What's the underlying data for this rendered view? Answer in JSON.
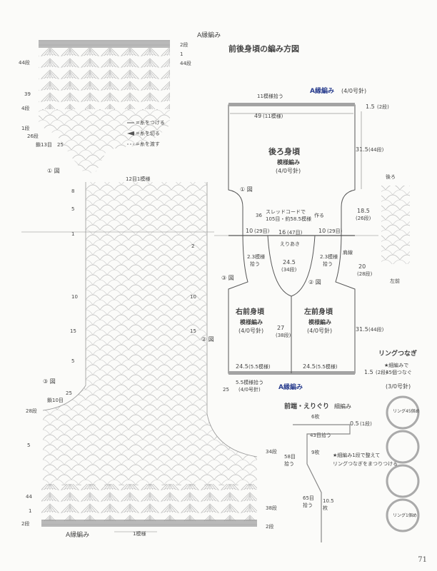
{
  "left_chart": {
    "top_edge": "A縁編み",
    "top_rows": {
      "r2": "2段",
      "r1": "1",
      "r44": "44段"
    },
    "left_rows": {
      "r44": "44段",
      "r39": "39",
      "r4": "4段",
      "r1": "1段",
      "r26": "26段",
      "r25": "25",
      "chain13": "鎖13目"
    },
    "legend": {
      "attach": "=糸をつける",
      "cut": "=糸を切る",
      "pass": "=糸を渡す"
    },
    "fig1": "① 図",
    "fig2": "② 図",
    "fig3": "③ 図",
    "pattern12": "12目1模様",
    "side_rows": {
      "r8": "8",
      "r5": "5",
      "r1": "1",
      "r2": "2",
      "r10": "10",
      "r15": "15",
      "r5b": "5",
      "r25": "25",
      "r28": "28段",
      "chain10": "鎖10目",
      "r25b": "25",
      "r34": "34段",
      "r38": "38段",
      "r44b": "44",
      "r2b": "2段"
    },
    "bottom_edge": "A縁編み",
    "one_pattern": "1模様"
  },
  "schematic": {
    "title": "前後身頃の編み方図",
    "top_pick": "11模様拾う",
    "top_edge": "A縁編み",
    "top_needle": "(4/0号針)",
    "width_top": "49",
    "width_top_patterns": "(11模様)",
    "edge_band": "1.5",
    "edge_band_rows": "(2段)",
    "back": {
      "name": "後ろ身頃",
      "stitch": "模様編み",
      "needle": "(4/0号針)"
    },
    "back_height": "31.5",
    "back_height_rows": "(44段)",
    "fig1": "① 図",
    "thread_cord1": "スレッドコードで",
    "thread_cord2": "105目・約58.5模様",
    "make": "作る",
    "n36": "36",
    "shoulder_len": "18.5",
    "shoulder_rows": "(26段)",
    "left_arm": "10",
    "left_arm_rows": "(29目)",
    "center_len": "16",
    "center_rows": "(47目)",
    "right_arm": "10",
    "right_arm_rows": "(29目)",
    "neck": "えりあき",
    "shoulder_line": "肩線",
    "pick_left": "2.3模様",
    "pick_left2": "拾う",
    "pick_right": "2.3模様",
    "pick_right2": "拾う",
    "neck_depth": "24.5",
    "neck_depth_rows": "(34段)",
    "fig2": "② 図",
    "fig3": "③ 図",
    "side_len": "20",
    "side_rows": "(28段)",
    "right_front": {
      "name": "右前身頃",
      "stitch": "模様編み",
      "needle": "(4/0号針)"
    },
    "left_front": {
      "name": "左前身頃",
      "stitch": "模様編み",
      "needle": "(4/0号針)"
    },
    "front_center": "27",
    "front_center_rows": "(38段)",
    "front_height": "31.5",
    "front_height_rows": "(44段)",
    "bottom_w_left": "24.5",
    "bottom_w_left_p": "(5.5模様)",
    "bottom_w_right": "24.5",
    "bottom_w_right_p": "(5.5模様)",
    "bottom_band": "1.5",
    "bottom_band_rows": "(2段)",
    "bottom_pick": "5.5模様拾う",
    "bottom_needle": "(4/0号針)",
    "bottom_edge": "A縁編み",
    "back_label": "後ろ",
    "front_label": "左前"
  },
  "front_edge": {
    "title": "前端・えりぐり",
    "stitch": "細編み",
    "six": "6枚",
    "band": "0.5",
    "band_rows": "(1段)",
    "pick43": "43目拾う",
    "nine": "9枚",
    "pick58": "58目",
    "pick58b": "拾う",
    "pick65": "65目",
    "pick65b": "拾う",
    "ten5": "10.5",
    "ten5b": "枚",
    "note1": "★細編み1段で整えて",
    "note2": "リングつなぎをまつりつける"
  },
  "ring": {
    "title": "リングつなぎ",
    "note1": "★細編みで",
    "note2": "45個つなぐ",
    "needle": "(3/0号針)",
    "label45": "リング45個め",
    "label1": "リング1個め"
  },
  "page_number": "71",
  "colors": {
    "accent": "#4a5fae",
    "band": "#a3a3a3",
    "line": "#777777"
  }
}
